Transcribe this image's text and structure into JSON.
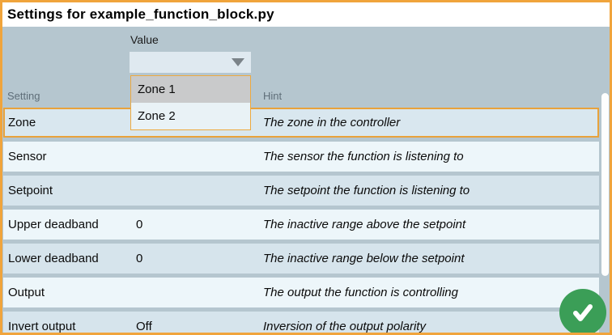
{
  "window": {
    "title": "Settings for example_function_block.py"
  },
  "editor": {
    "value_label": "Value",
    "combobox_value": "",
    "options": [
      {
        "label": "Zone 1",
        "highlighted": true
      },
      {
        "label": "Zone 2",
        "highlighted": false
      }
    ]
  },
  "table": {
    "setting_header": "Setting",
    "hint_header": "Hint",
    "rows": [
      {
        "setting": "Zone",
        "value": "",
        "hint": "The zone in the controller",
        "selected": true
      },
      {
        "setting": "Sensor",
        "value": "",
        "hint": "The sensor the function is listening to",
        "selected": false
      },
      {
        "setting": "Setpoint",
        "value": "",
        "hint": "The setpoint the function is listening to",
        "selected": false
      },
      {
        "setting": "Upper deadband",
        "value": "0",
        "hint": "The inactive range above the setpoint",
        "selected": false
      },
      {
        "setting": "Lower deadband",
        "value": "0",
        "hint": "The inactive range below the setpoint",
        "selected": false
      },
      {
        "setting": "Output",
        "value": "",
        "hint": "The output the function is controlling",
        "selected": false
      },
      {
        "setting": "Invert output",
        "value": "Off",
        "hint": "Inversion of the output polarity",
        "selected": false
      }
    ]
  },
  "icons": {
    "dropdown_arrow": "chevron-down-icon",
    "confirm": "check-icon"
  },
  "colors": {
    "accent_orange": "#F0A43C",
    "dialog_background": "#B5C6CF",
    "titlebar_background": "#FFFFFF",
    "combobox_background": "#DFE9F0",
    "option_highlight": "#C9CACB",
    "option_background": "#E9F2F6",
    "row_light": "#EDF6FA",
    "row_dark": "#D6E4EC",
    "row_selected": "#D9E7EF",
    "header_text": "#5F6E79",
    "confirm_green": "#3B9E57",
    "scrollbar_thumb": "#FFFFFF"
  }
}
